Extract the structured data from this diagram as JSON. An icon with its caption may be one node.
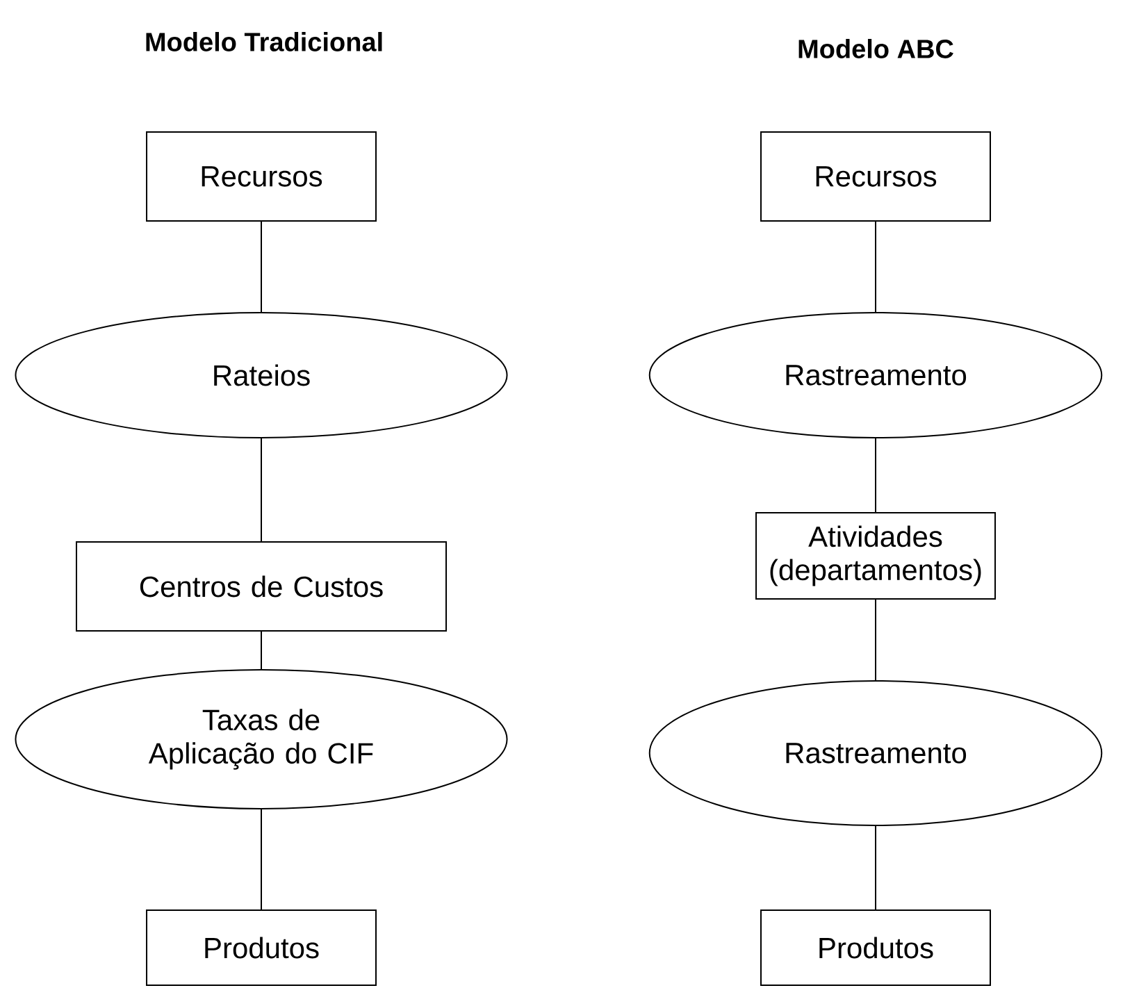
{
  "diagram": {
    "nodes": [
      {
        "text": [
          "Recursos"
        ]
      },
      {
        "text": [
          "Rateios"
        ]
      },
      {
        "text": [
          "Centros de Custos"
        ]
      },
      {
        "text": [
          "Taxas de Aplicação do CIF"
        ]
      },
      {
        "text": [
          "Produtos"
        ]
      },
      {
        "text": [
          "Recursos"
        ]
      },
      {
        "text": [
          "Rastreamento"
        ]
      },
      {
        "text": [
          "Atividades (departamentos)"
        ]
      },
      {
        "text": [
          "Rastreamento"
        ]
      },
      {
        "text": [
          "Produtos"
        ]
      }
    ],
    "edges": [
      {
        "from": 0,
        "to": 1,
        "arrow": "none"
      },
      {
        "from": 1,
        "to": 2,
        "arrow": "none"
      },
      {
        "from": 2,
        "to": 3,
        "arrow": "none"
      },
      {
        "from": 3,
        "to": 4,
        "arrow": "none"
      },
      {
        "from": 5,
        "to": 6,
        "arrow": "none"
      },
      {
        "from": 6,
        "to": 7,
        "arrow": "none"
      },
      {
        "from": 7,
        "to": 8,
        "arrow": "none"
      },
      {
        "from": 8,
        "to": 9,
        "arrow": "none"
      }
    ],
    "labels": [
      "Modelo Tradicional",
      "Modelo ABC"
    ]
  }
}
